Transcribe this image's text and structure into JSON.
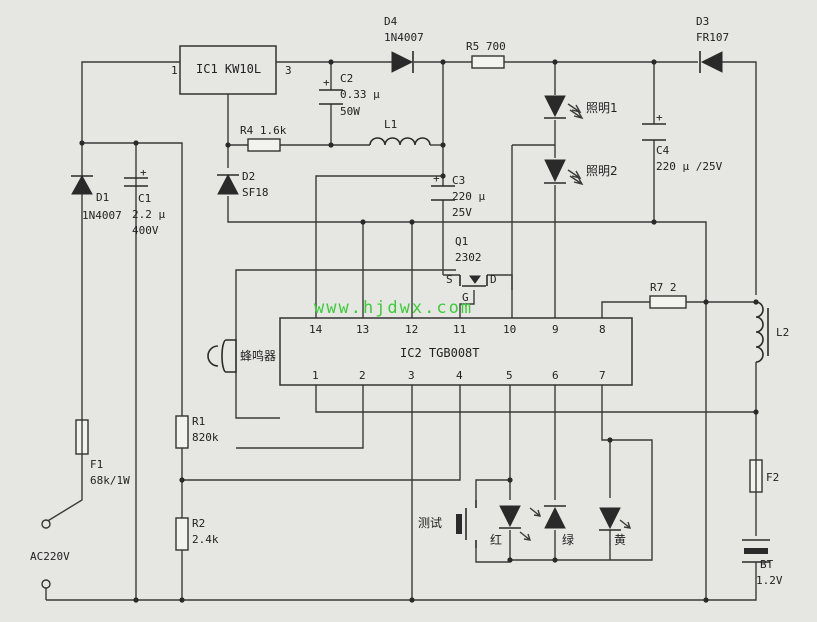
{
  "ic1": {
    "ref": "IC1",
    "part": "KW10L",
    "pin_in": "1",
    "pin_out": "3"
  },
  "ic2": {
    "ref": "IC2",
    "part": "TGB008T",
    "top_pins": [
      "14",
      "13",
      "12",
      "11",
      "10",
      "9",
      "8"
    ],
    "bottom_pins": [
      "1",
      "2",
      "3",
      "4",
      "5",
      "6",
      "7"
    ]
  },
  "components": {
    "d1": {
      "ref": "D1",
      "value": "1N4007"
    },
    "d2": {
      "ref": "D2",
      "value": "SF18"
    },
    "d3": {
      "ref": "D3",
      "value": "FR107"
    },
    "d4": {
      "ref": "D4",
      "value": "1N4007"
    },
    "c1": {
      "ref": "C1",
      "value1": "2.2 μ",
      "value2": "400V"
    },
    "c2": {
      "ref": "C2",
      "value1": "0.33 μ",
      "value2": "50W"
    },
    "c3": {
      "ref": "C3",
      "value1": "220 μ",
      "value2": "25V"
    },
    "c4": {
      "ref": "C4",
      "value": "220 μ /25V"
    },
    "r1": {
      "ref": "R1",
      "value": "820k"
    },
    "r2": {
      "ref": "R2",
      "value": "2.4k"
    },
    "r4": {
      "ref": "R4",
      "value": "1.6k"
    },
    "r5": {
      "ref": "R5",
      "value": "700"
    },
    "r7": {
      "ref": "R7",
      "value": "2"
    },
    "l1": {
      "ref": "L1"
    },
    "l2": {
      "ref": "L2"
    },
    "f1": {
      "ref": "F1",
      "value": "68k/1W"
    },
    "f2": {
      "ref": "F2"
    },
    "bt": {
      "ref": "BT",
      "value": "1.2V"
    },
    "q1": {
      "ref": "Q1",
      "part": "2302",
      "pin_s": "S",
      "pin_d": "D",
      "pin_g": "G"
    }
  },
  "labels": {
    "lamp1": "照明1",
    "lamp2": "照明2",
    "buzzer": "蜂鸣器",
    "test": "测试",
    "red": "红",
    "green": "绿",
    "yellow": "黄",
    "mains": "AC220V"
  },
  "watermark": "www.hjdwx.com"
}
